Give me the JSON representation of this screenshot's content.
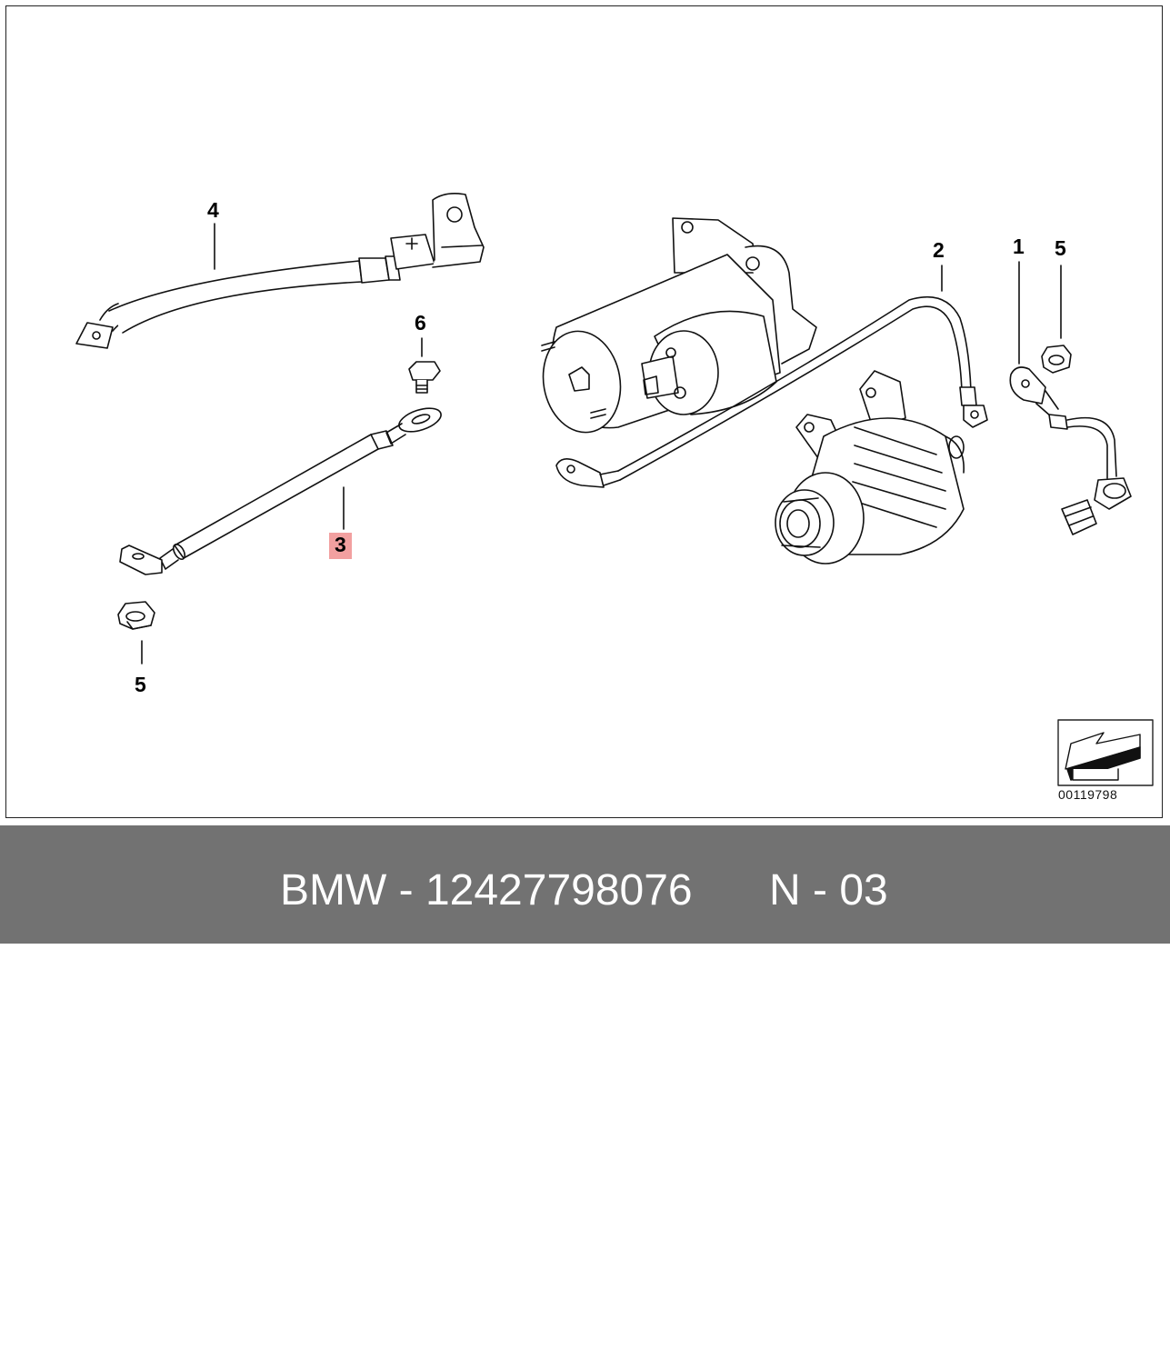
{
  "diagram": {
    "callouts": {
      "c1": "1",
      "c2": "2",
      "c3": "3",
      "c4": "4",
      "c5a": "5",
      "c5b": "5",
      "c6": "6"
    },
    "highlight_color": "#f2a0a0",
    "reference_id": "00119798",
    "nav_icon": "arrow-left-icon"
  },
  "footer": {
    "part_label": "BMW - 12427798076",
    "page_label": "N - 03",
    "background": "#727272"
  }
}
